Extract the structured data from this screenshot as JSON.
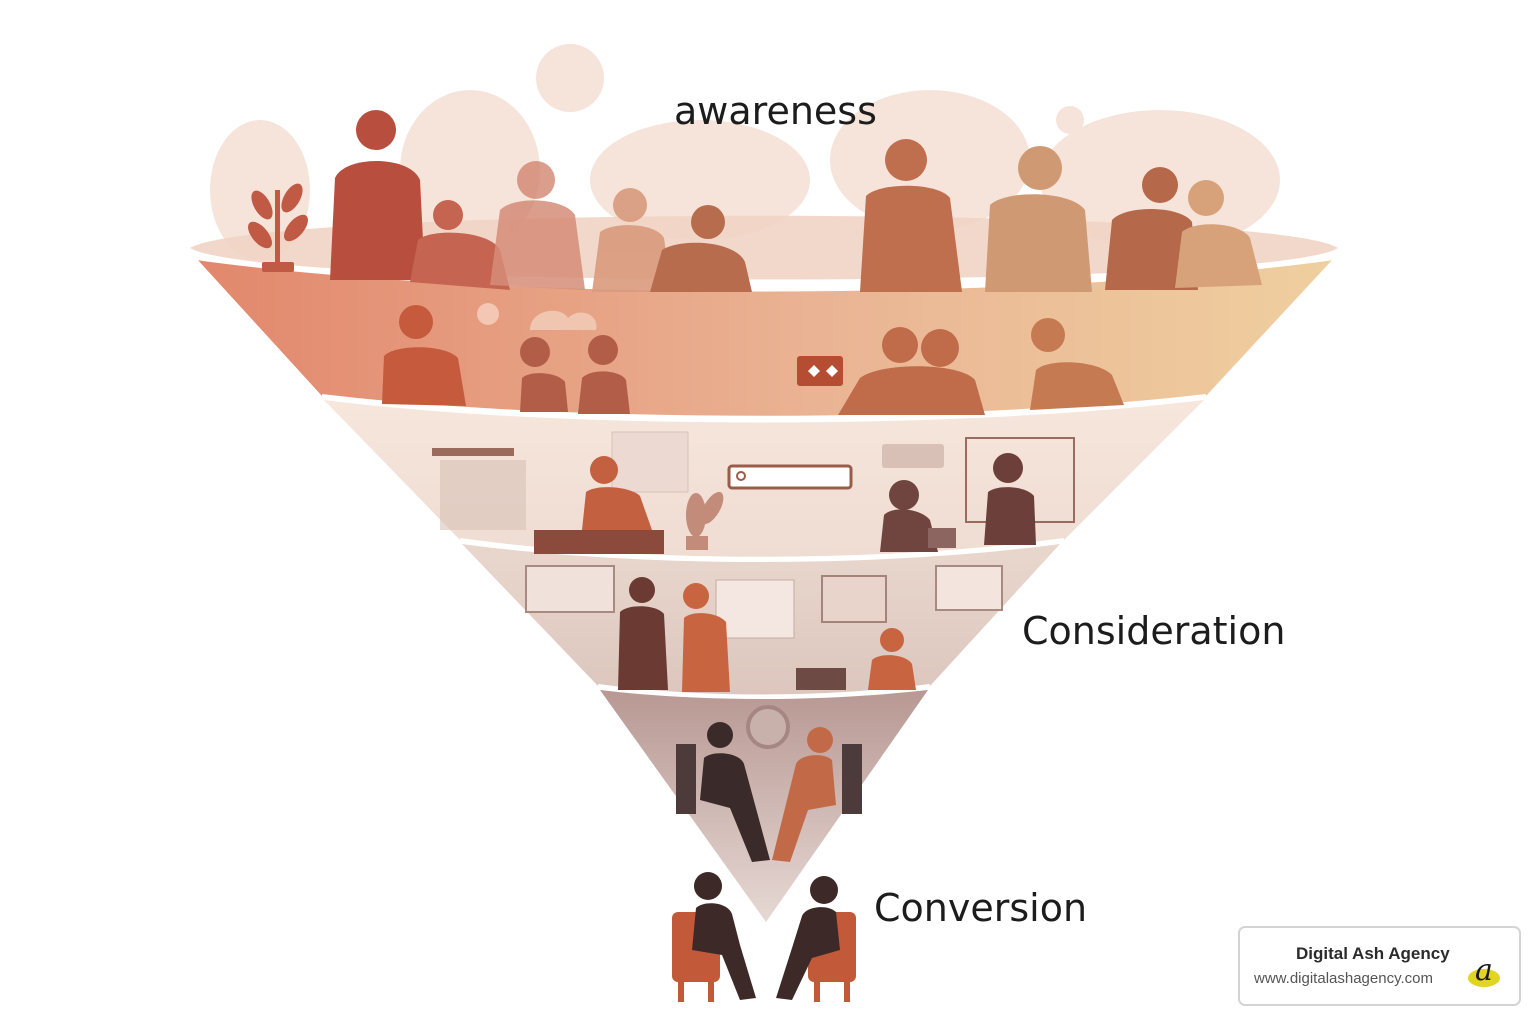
{
  "funnel": {
    "stages": [
      {
        "label": "awareness"
      },
      {
        "label": "Consideration"
      },
      {
        "label": "Conversion"
      }
    ],
    "palette": {
      "top_left": "#d9735b",
      "top_right": "#efc89a",
      "mid": "#f2e4dc",
      "lower": "#e7d6cc",
      "bottom": "#9e7f7a",
      "figure_dark": "#a55a44",
      "figure_accent": "#c8643f"
    }
  },
  "brand": {
    "name": "Digital Ash Agency",
    "url": "www.digitalashagency.com",
    "logo_letter": "a",
    "logo_color": "#e2d422"
  }
}
